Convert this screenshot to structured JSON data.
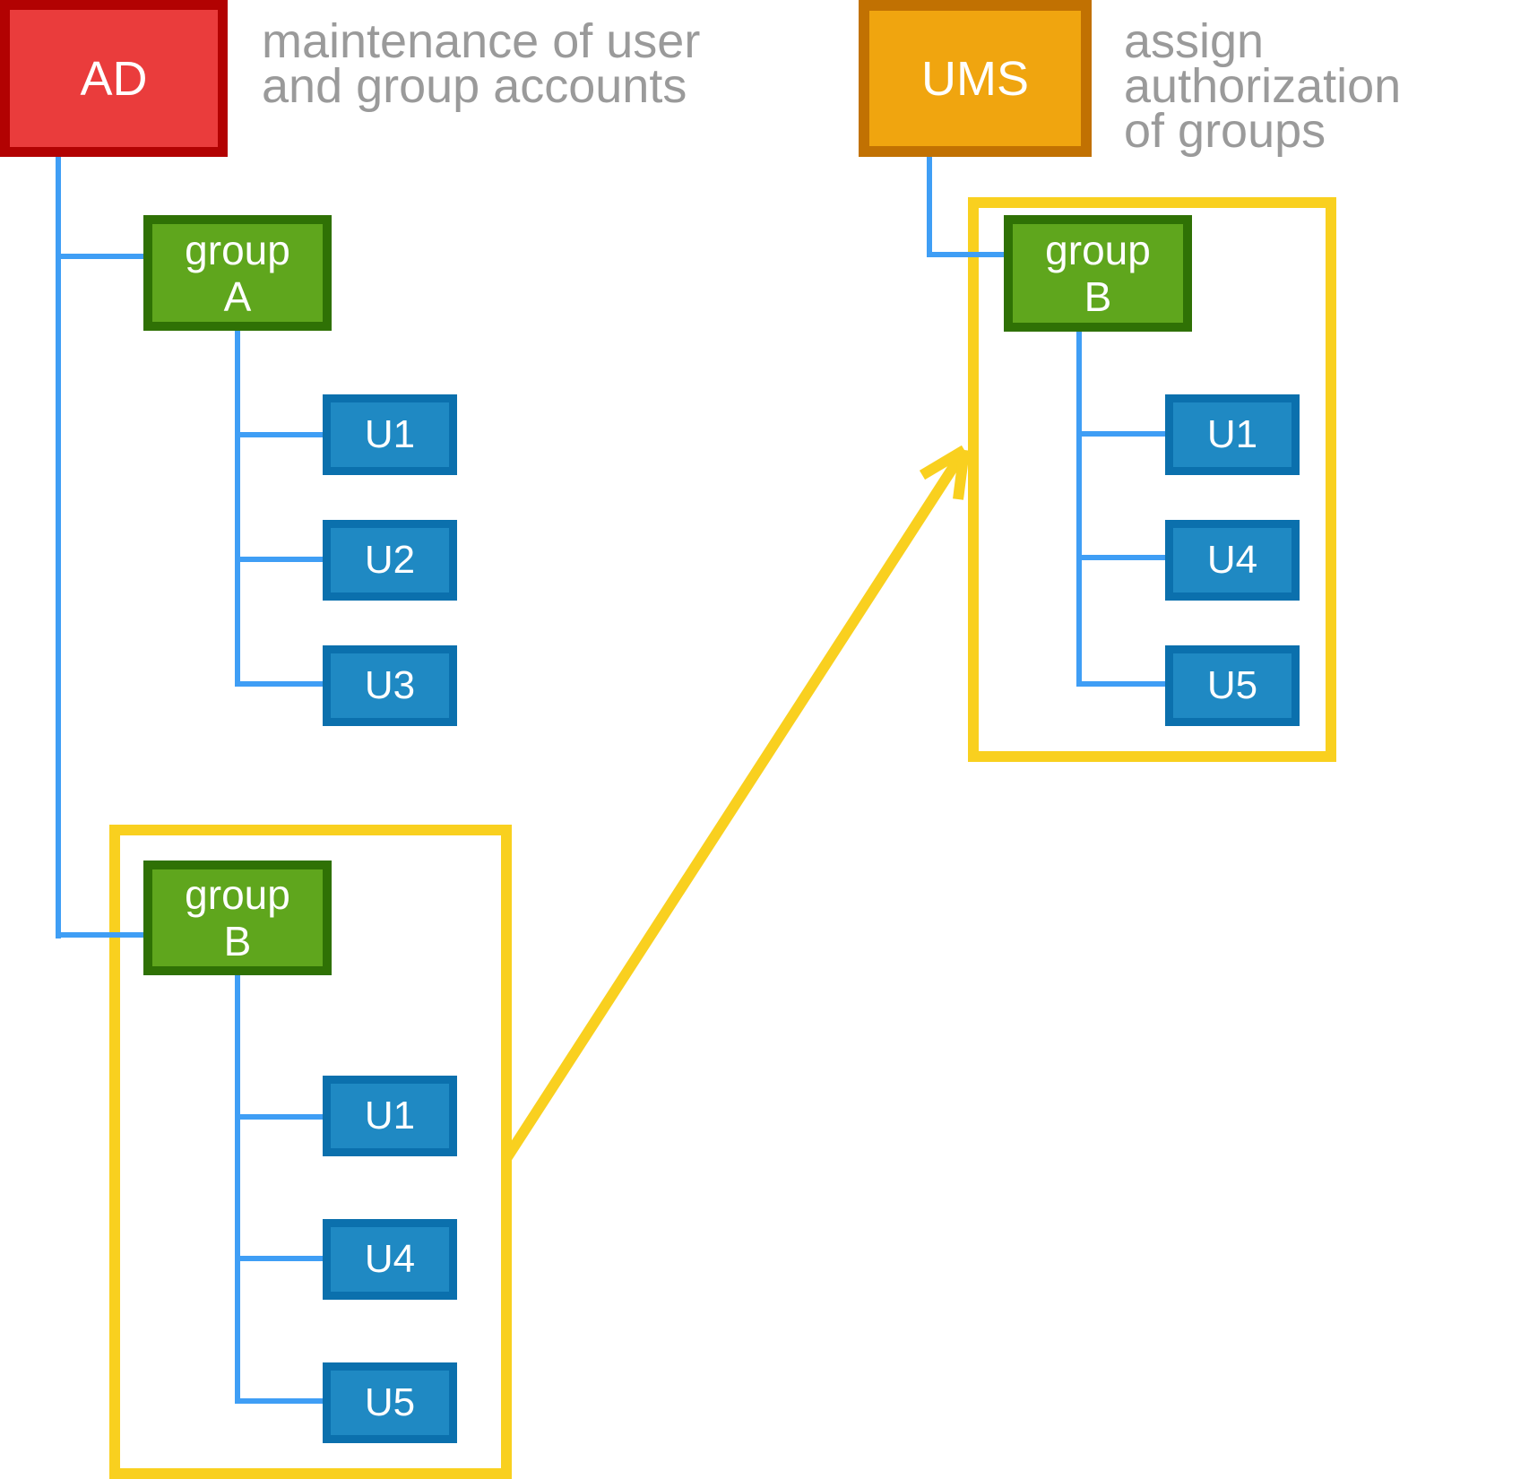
{
  "colors": {
    "ad_fill": "#ea3c3c",
    "ad_border": "#b20202",
    "ums_fill": "#f0a50f",
    "ums_border": "#c17102",
    "group_fill": "#5fa61d",
    "group_border": "#2f7105",
    "user_fill": "#1f89c3",
    "user_border": "#0b70ad",
    "connector": "#3f9ef5",
    "highlight": "#f9d01f",
    "caption_text": "#9a9a9a",
    "node_text": "#ffffff",
    "canvas_bg": "#ffffff"
  },
  "ad_section": {
    "root_label": "AD",
    "caption": "maintenance of user\nand group accounts",
    "group_a": {
      "label": "group\nA",
      "users": [
        "U1",
        "U2",
        "U3"
      ]
    },
    "group_b": {
      "label": "group\nB",
      "users": [
        "U1",
        "U4",
        "U5"
      ]
    }
  },
  "ums_section": {
    "root_label": "UMS",
    "caption": "assign authorization\nof groups",
    "group_b": {
      "label": "group\nB",
      "users": [
        "U1",
        "U4",
        "U5"
      ]
    }
  }
}
